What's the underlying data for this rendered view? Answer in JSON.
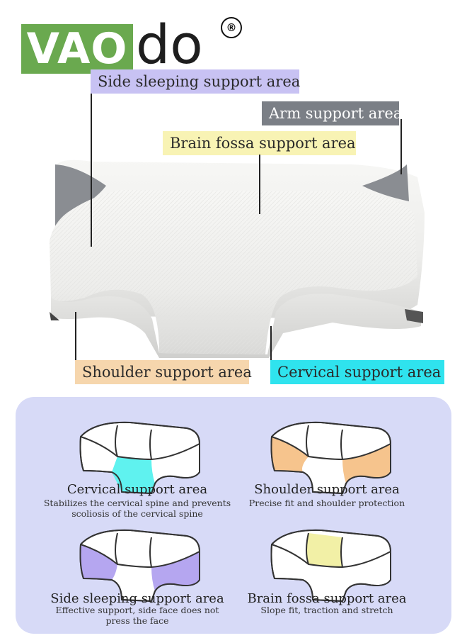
{
  "brand": {
    "logo_left": "VAO",
    "logo_right": "do",
    "registered_mark": "®",
    "logo_green": "#6aa94f"
  },
  "labels": {
    "side_sleeping": "Side sleeping support area",
    "arm": "Arm support area",
    "brain_fossa": "Brain fossa support area",
    "shoulder": "Shoulder support area",
    "cervical": "Cervical support area"
  },
  "label_colors": {
    "side_sleeping": "#c8c2f3",
    "arm": "#7b7f86",
    "brain_fossa": "#f8f3b4",
    "shoulder": "#f6d6ad",
    "cervical": "#2fe3ee"
  },
  "benefits": [
    {
      "title": "Cervical support area",
      "desc_line1": "Stabilizes the cervical spine and prevents",
      "desc_line2": "scoliosis of the cervical spine",
      "highlight": "#5ff2ef"
    },
    {
      "title": "Shoulder support area",
      "desc_line1": "Precise fit and shoulder protection",
      "desc_line2": "",
      "highlight": "#f6c48d"
    },
    {
      "title": "Side sleeping support area",
      "desc_line1": "Effective support, side face does not",
      "desc_line2": "press the face",
      "highlight": "#b5a6f0"
    },
    {
      "title": "Brain fossa support area",
      "desc_line1": "Slope fit, traction and stretch",
      "desc_line2": "",
      "highlight": "#f2f0a6"
    }
  ],
  "panel_color": "#d7daf7"
}
